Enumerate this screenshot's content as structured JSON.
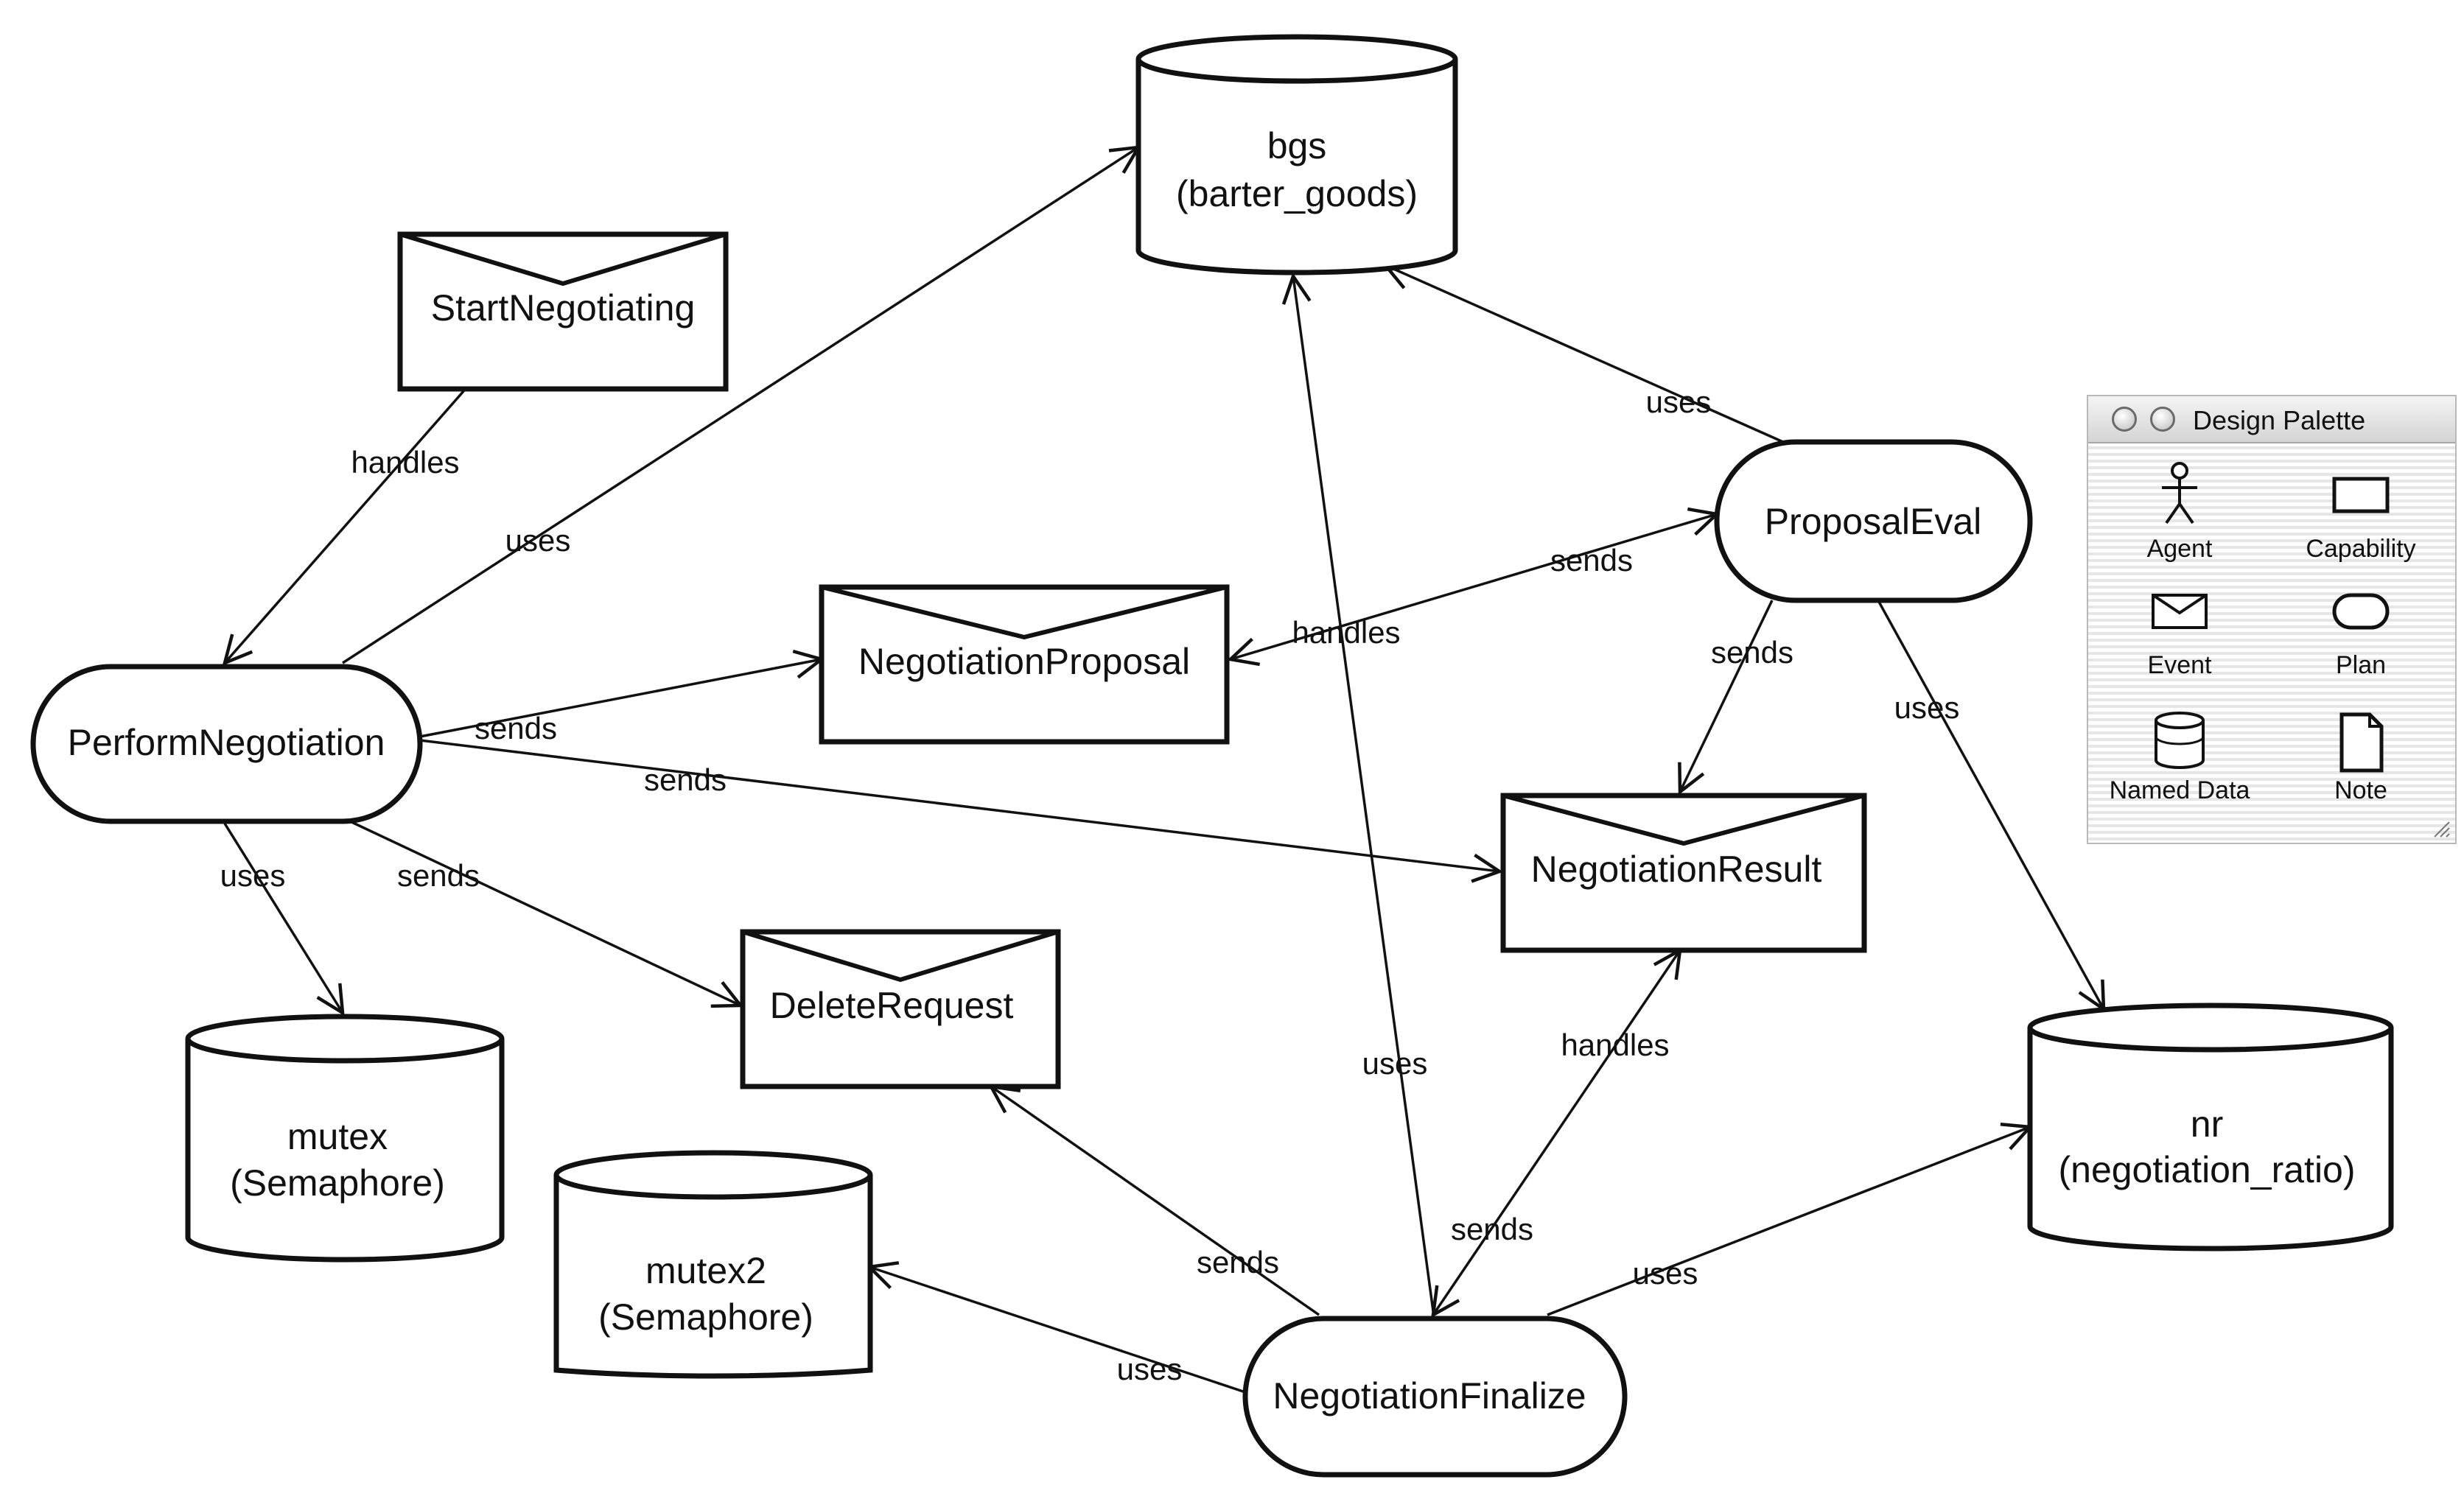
{
  "diagram": {
    "nodes": {
      "bgs": {
        "line1": "bgs",
        "line2": "(barter_goods)"
      },
      "start_negotiating": {
        "label": "StartNegotiating"
      },
      "proposal_eval": {
        "label": "ProposalEval"
      },
      "perform_negotiation": {
        "label": "PerformNegotiation"
      },
      "negotiation_proposal": {
        "label": "NegotiationProposal"
      },
      "negotiation_result": {
        "label": "NegotiationResult"
      },
      "delete_request": {
        "label": "DeleteRequest"
      },
      "mutex": {
        "line1": "mutex",
        "line2": "(Semaphore)"
      },
      "mutex2": {
        "line1": "mutex2",
        "line2": "(Semaphore)"
      },
      "nr": {
        "line1": "nr",
        "line2": "(negotiation_ratio)"
      },
      "negotiation_finalize": {
        "label": "NegotiationFinalize"
      }
    },
    "edges": {
      "start_handles": "handles",
      "perform_uses_bgs": "uses",
      "perform_sends_proposal": "sends",
      "perform_sends_result": "sends",
      "perform_uses_mutex": "uses",
      "perform_sends_delete": "sends",
      "eval_uses_bgs": "uses",
      "eval_sends_proposal": "sends",
      "proposal_handles_eval": "handles",
      "eval_sends_result": "sends",
      "eval_uses_nr": "uses",
      "finalize_uses_bgs": "uses",
      "result_handles_finalize": "handles",
      "finalize_sends_result": "sends",
      "finalize_sends_delete": "sends",
      "finalize_uses_mutex2": "uses",
      "finalize_uses_nr": "uses"
    }
  },
  "palette": {
    "title": "Design Palette",
    "items": [
      {
        "label": "Agent",
        "icon": "agent-icon"
      },
      {
        "label": "Capability",
        "icon": "capability-icon"
      },
      {
        "label": "Event",
        "icon": "event-icon"
      },
      {
        "label": "Plan",
        "icon": "plan-icon"
      },
      {
        "label": "Named Data",
        "icon": "named-data-icon"
      },
      {
        "label": "Note",
        "icon": "note-icon"
      }
    ]
  }
}
